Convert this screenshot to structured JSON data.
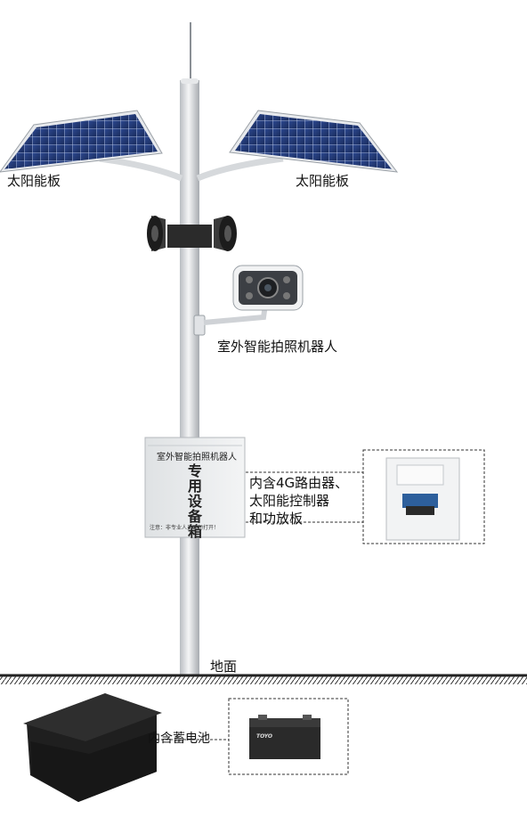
{
  "labels": {
    "solar_panel_left": "太阳能板",
    "solar_panel_right": "太阳能板",
    "camera_robot": "室外智能拍照机器人",
    "box_contents": [
      "内含4G路由器、",
      "太阳能控制器",
      "和功放板"
    ],
    "ground": "地面",
    "battery": "内含蓄电池"
  },
  "equipment_box": {
    "title": "室外智能拍照机器人",
    "main_text": "专用设备箱",
    "note": "注意：非专业人员请勿打开！"
  },
  "battery_brand": "TOYO",
  "colors": {
    "pole": "#d9dcdf",
    "solar_cell": "#233a78",
    "ground_line": "#222222",
    "box": "#eceeef"
  }
}
